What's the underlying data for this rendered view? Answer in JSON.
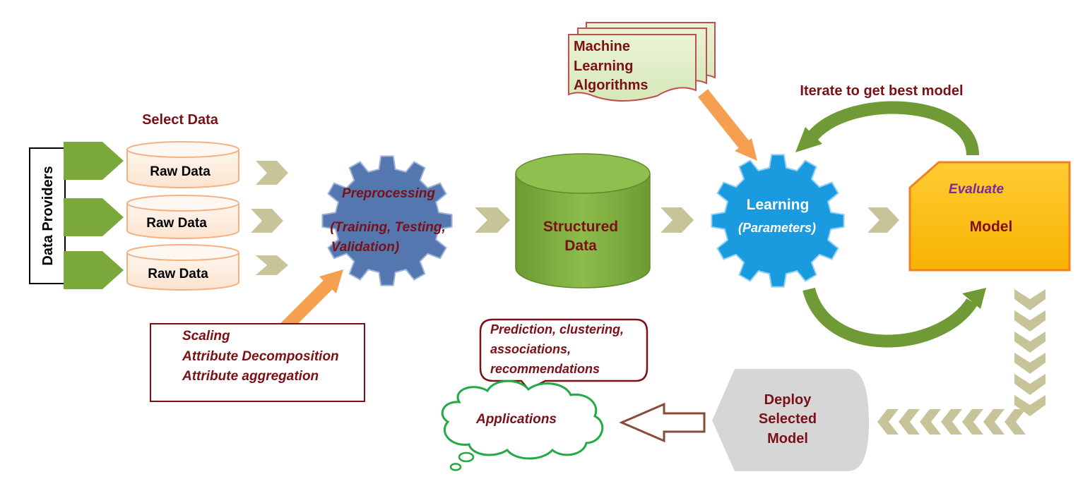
{
  "providers": {
    "label": "Data Providers"
  },
  "select_data": {
    "label": "Select Data"
  },
  "raw_data": [
    "Raw Data",
    "Raw Data",
    "Raw Data"
  ],
  "preprocessing": {
    "title": "Preprocessing",
    "detail_line1": "(Training, Testing,",
    "detail_line2": "Validation)"
  },
  "preprocessing_methods": [
    "Scaling",
    "Attribute Decomposition",
    "Attribute aggregation"
  ],
  "structured_data": {
    "line1": "Structured",
    "line2": "Data"
  },
  "ml_algorithms": [
    "Machine",
    "Learning",
    "Algorithms"
  ],
  "learning": {
    "title": "Learning",
    "subtitle": "(Parameters)"
  },
  "iterate_label": "Iterate to get best model",
  "evaluate": {
    "title": "Evaluate",
    "label": "Model"
  },
  "deploy": [
    "Deploy",
    "Selected",
    "Model"
  ],
  "outcomes": [
    "Prediction, clustering,",
    "associations,",
    "recommendations"
  ],
  "applications": {
    "label": "Applications"
  },
  "colors": {
    "maroon": "#7b1016",
    "green": "#7aa83a",
    "gear_blue": "#5577b0",
    "learning_blue": "#1a9be0",
    "cylinder_green": "#7fad3f",
    "raw_data_peach": "#f8c7a0",
    "orange_arrow": "#f5a050",
    "evaluate_yellow": "#ffc000",
    "deploy_gray": "#d6d6d6",
    "chevron_khaki": "#c8c49a"
  }
}
